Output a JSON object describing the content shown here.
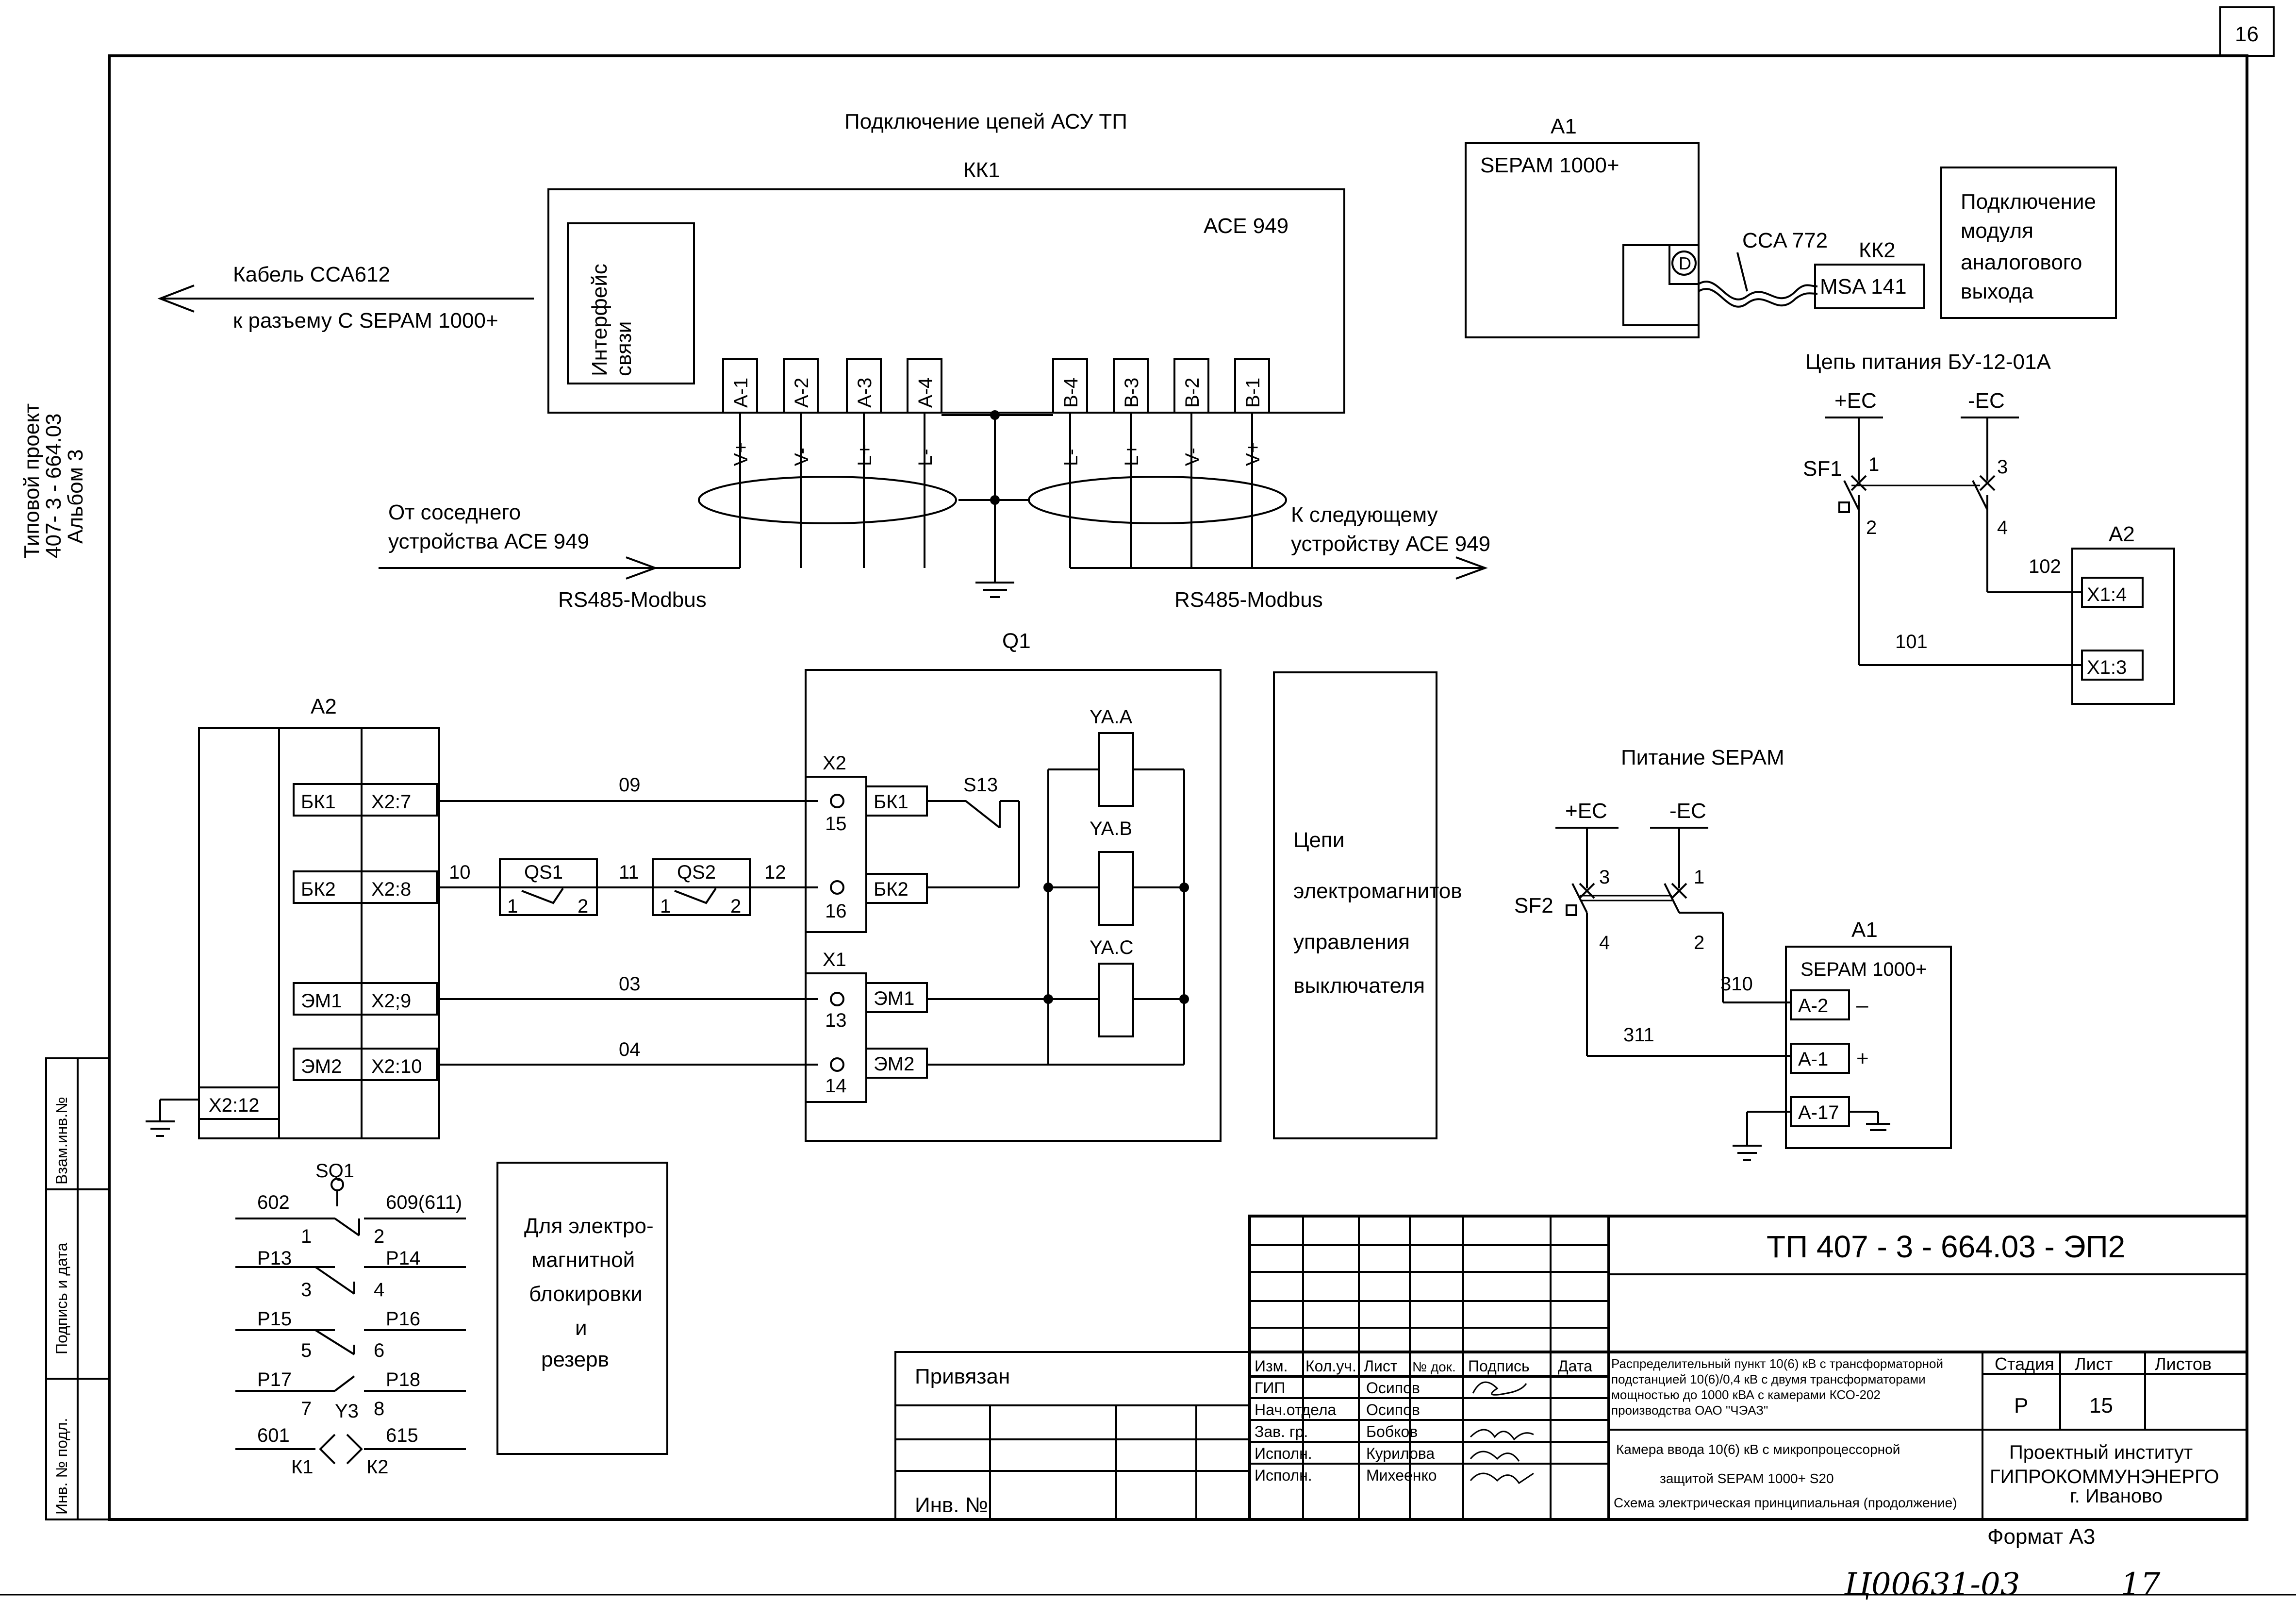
{
  "sheet": {
    "number": "16",
    "side_label": [
      "Типовой проект",
      "407- 3 - 664.03",
      "Альбом 3"
    ],
    "format": "Формат А3",
    "handwritten_number": "Ц00631-03",
    "handwritten_page": "17"
  },
  "asu": {
    "title": "Подключение цепей АСУ ТП",
    "kk1": "КК1",
    "ace": "АСЕ 949",
    "interface": [
      "Интерфейс",
      "связи"
    ],
    "cable_line1": "Кабель ССА612",
    "cable_line2": "к разъему С SEPAM 1000+",
    "terminals_a": [
      "A-1",
      "A-2",
      "A-3",
      "A-4"
    ],
    "terminals_b": [
      "B-4",
      "B-3",
      "B-2",
      "B-1"
    ],
    "signals_a": [
      "V+",
      "V-",
      "L+",
      "L-"
    ],
    "signals_b": [
      "L-",
      "L+",
      "V-",
      "V+"
    ],
    "from_line1": "От соседнего",
    "from_line2": "устройства АСЕ 949",
    "to_line1": "К следующему",
    "to_line2": "устройству АСЕ 949",
    "rs485": "RS485-Modbus"
  },
  "a1_top": {
    "label": "A1",
    "name": "SEPAM 1000+",
    "d": "D",
    "cca": "CCA 772",
    "kk2": "КК2",
    "msa": "MSA 141",
    "note": [
      "Подключение",
      "модуля",
      "аналогового",
      "выхода"
    ]
  },
  "bu": {
    "title": "Цепь питания БУ-12-01А",
    "plus": "+ЕС",
    "minus": "-ЕС",
    "sf": "SF1",
    "pins": [
      "1",
      "3",
      "2",
      "4"
    ],
    "wire_102": "102",
    "wire_101": "101",
    "a2": "A2",
    "x14": "X1:4",
    "x13": "X1:3"
  },
  "q1": {
    "title": "Q1",
    "x2": "X2",
    "x1": "X1",
    "s13": "S13",
    "coils": [
      "YA.A",
      "YA.B",
      "YA.C"
    ],
    "terms": [
      "БК1",
      "БК2",
      "ЭМ1",
      "ЭМ2"
    ],
    "nums": [
      "15",
      "16",
      "13",
      "14"
    ]
  },
  "a2": {
    "label": "A2",
    "rows": [
      {
        "t": "БК1",
        "x": "X2:7"
      },
      {
        "t": "БК2",
        "x": "X2:8"
      },
      {
        "t": "ЭМ1",
        "x": "X2;9"
      },
      {
        "t": "ЭМ2",
        "x": "X2:10"
      }
    ],
    "ground": "X2:12",
    "wires": [
      "09",
      "10",
      "11",
      "12",
      "03",
      "04"
    ],
    "qs1": "QS1",
    "qs2": "QS2",
    "p1": "1",
    "p2": "2"
  },
  "circuits_note": [
    "Цепи",
    "электромагнитов",
    "управления",
    "выключателя"
  ],
  "sepam_power": {
    "title": "Питание SEPAM",
    "plus": "+ЕС",
    "minus": "-ЕС",
    "sf": "SF2",
    "pins": [
      "3",
      "1",
      "4",
      "2"
    ],
    "wire_310": "310",
    "wire_311": "311",
    "a1": "A1",
    "name": "SEPAM 1000+",
    "terms": [
      "A-2",
      "A-1",
      "A-17"
    ],
    "minus_sign": "–",
    "plus_sign": "+"
  },
  "sq1": {
    "label": "SQ1",
    "rows": [
      {
        "l": "602",
        "r": "609(611)",
        "a": "1",
        "b": "2"
      },
      {
        "l": "Р13",
        "r": "Р14",
        "a": "3",
        "b": "4"
      },
      {
        "l": "Р15",
        "r": "Р16",
        "a": "5",
        "b": "6"
      },
      {
        "l": "Р17",
        "r": "Р18",
        "a": "",
        "b": ""
      }
    ],
    "y3": "Y3",
    "n7": "7",
    "n8": "8",
    "w601": "601",
    "w615": "615",
    "k1": "К1",
    "k2": "К2"
  },
  "blocking_note": [
    "Для электро-",
    "магнитной",
    "блокировки",
    "и",
    "резерв"
  ],
  "title_block": {
    "code": "ТП  407 - 3 - 664.03 - ЭП2",
    "tied": "Привязан",
    "inv": "Инв. №",
    "headers": [
      "Изм.",
      "Кол.уч.",
      "Лист",
      "№ док.",
      "Подпись",
      "Дата"
    ],
    "people": [
      {
        "role": "ГИП",
        "name": "Осипов"
      },
      {
        "role": "Нач.отдела",
        "name": "Осипов"
      },
      {
        "role": "Зав. гр.",
        "name": "Бобков"
      },
      {
        "role": "Исполн.",
        "name": "Курилова"
      },
      {
        "role": "Исполн.",
        "name": "Михеенко"
      }
    ],
    "desc": [
      "Распределительный пункт 10(6) кВ с трансформаторной",
      "подстанцией 10(6)/0,4 кВ с двумя трансформаторами",
      "мощностью до 1000 кВА с камерами КСО-202",
      "производства ОАО \"ЧЭАЗ\""
    ],
    "sheet_desc": [
      "Камера ввода 10(6) кВ с микропроцессорной",
      "защитой SEPAM 1000+ S20",
      "Схема электрическая принципиальная (продолжение)"
    ],
    "stage_h": "Стадия",
    "list_h": "Лист",
    "lists_h": "Листов",
    "stage": "Р",
    "list": "15",
    "org": [
      "Проектный институт",
      "ГИПРОКОММУНЭНЕРГО",
      "г. Иваново"
    ],
    "side_stamps": [
      "Взам.инв.№",
      "Подпись и дата",
      "Инв. № подл."
    ]
  }
}
